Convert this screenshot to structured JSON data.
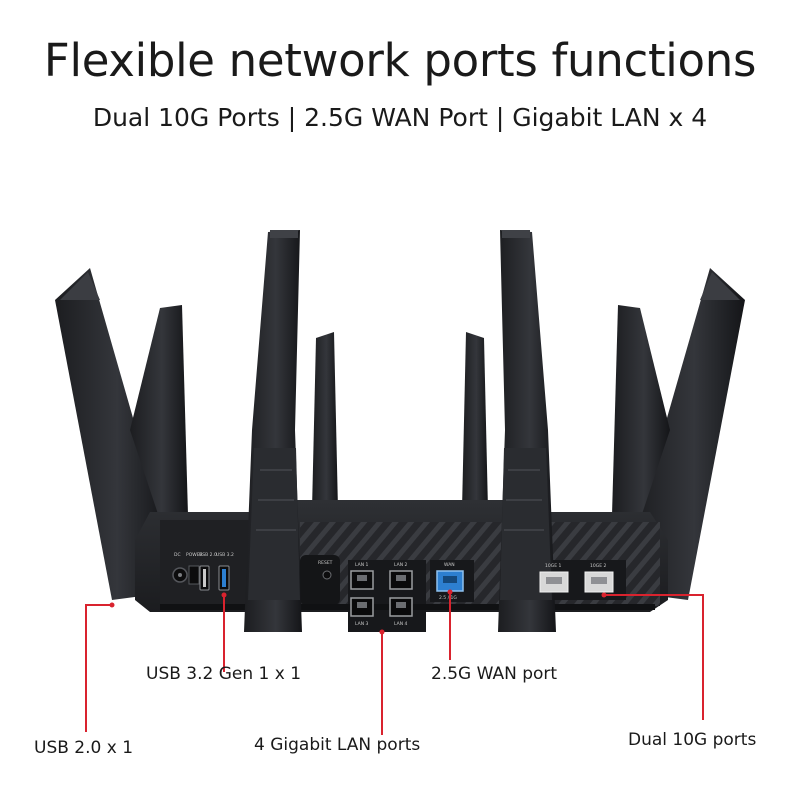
{
  "header": {
    "title": "Flexible network ports functions",
    "subtitle": "Dual 10G Ports | 2.5G WAN Port | Gigabit LAN x 4"
  },
  "colors": {
    "callout_line": "#d9232e",
    "router_body": "#26272a",
    "wan_port": "#2d7fd0",
    "ten_g_port": "#cfcfcf"
  },
  "router": {
    "port_labels": {
      "dc": "DC",
      "power": "POWER",
      "usb20": "USB 2.0",
      "usb32": "USB 3.2",
      "reset": "RESET",
      "lan1": "LAN 1",
      "lan2": "LAN 2",
      "lan3": "LAN 3",
      "lan4": "LAN 4",
      "wan": "WAN",
      "wan_speed": "2.5 / 1G",
      "tenge1": "10GE 1",
      "tenge2": "10GE 2"
    }
  },
  "callouts": {
    "usb32": "USB 3.2 Gen 1 x 1",
    "usb20": "USB 2.0 x 1",
    "lan": "4 Gigabit LAN ports",
    "wan": "2.5G WAN port",
    "ten_g": "Dual 10G ports"
  }
}
